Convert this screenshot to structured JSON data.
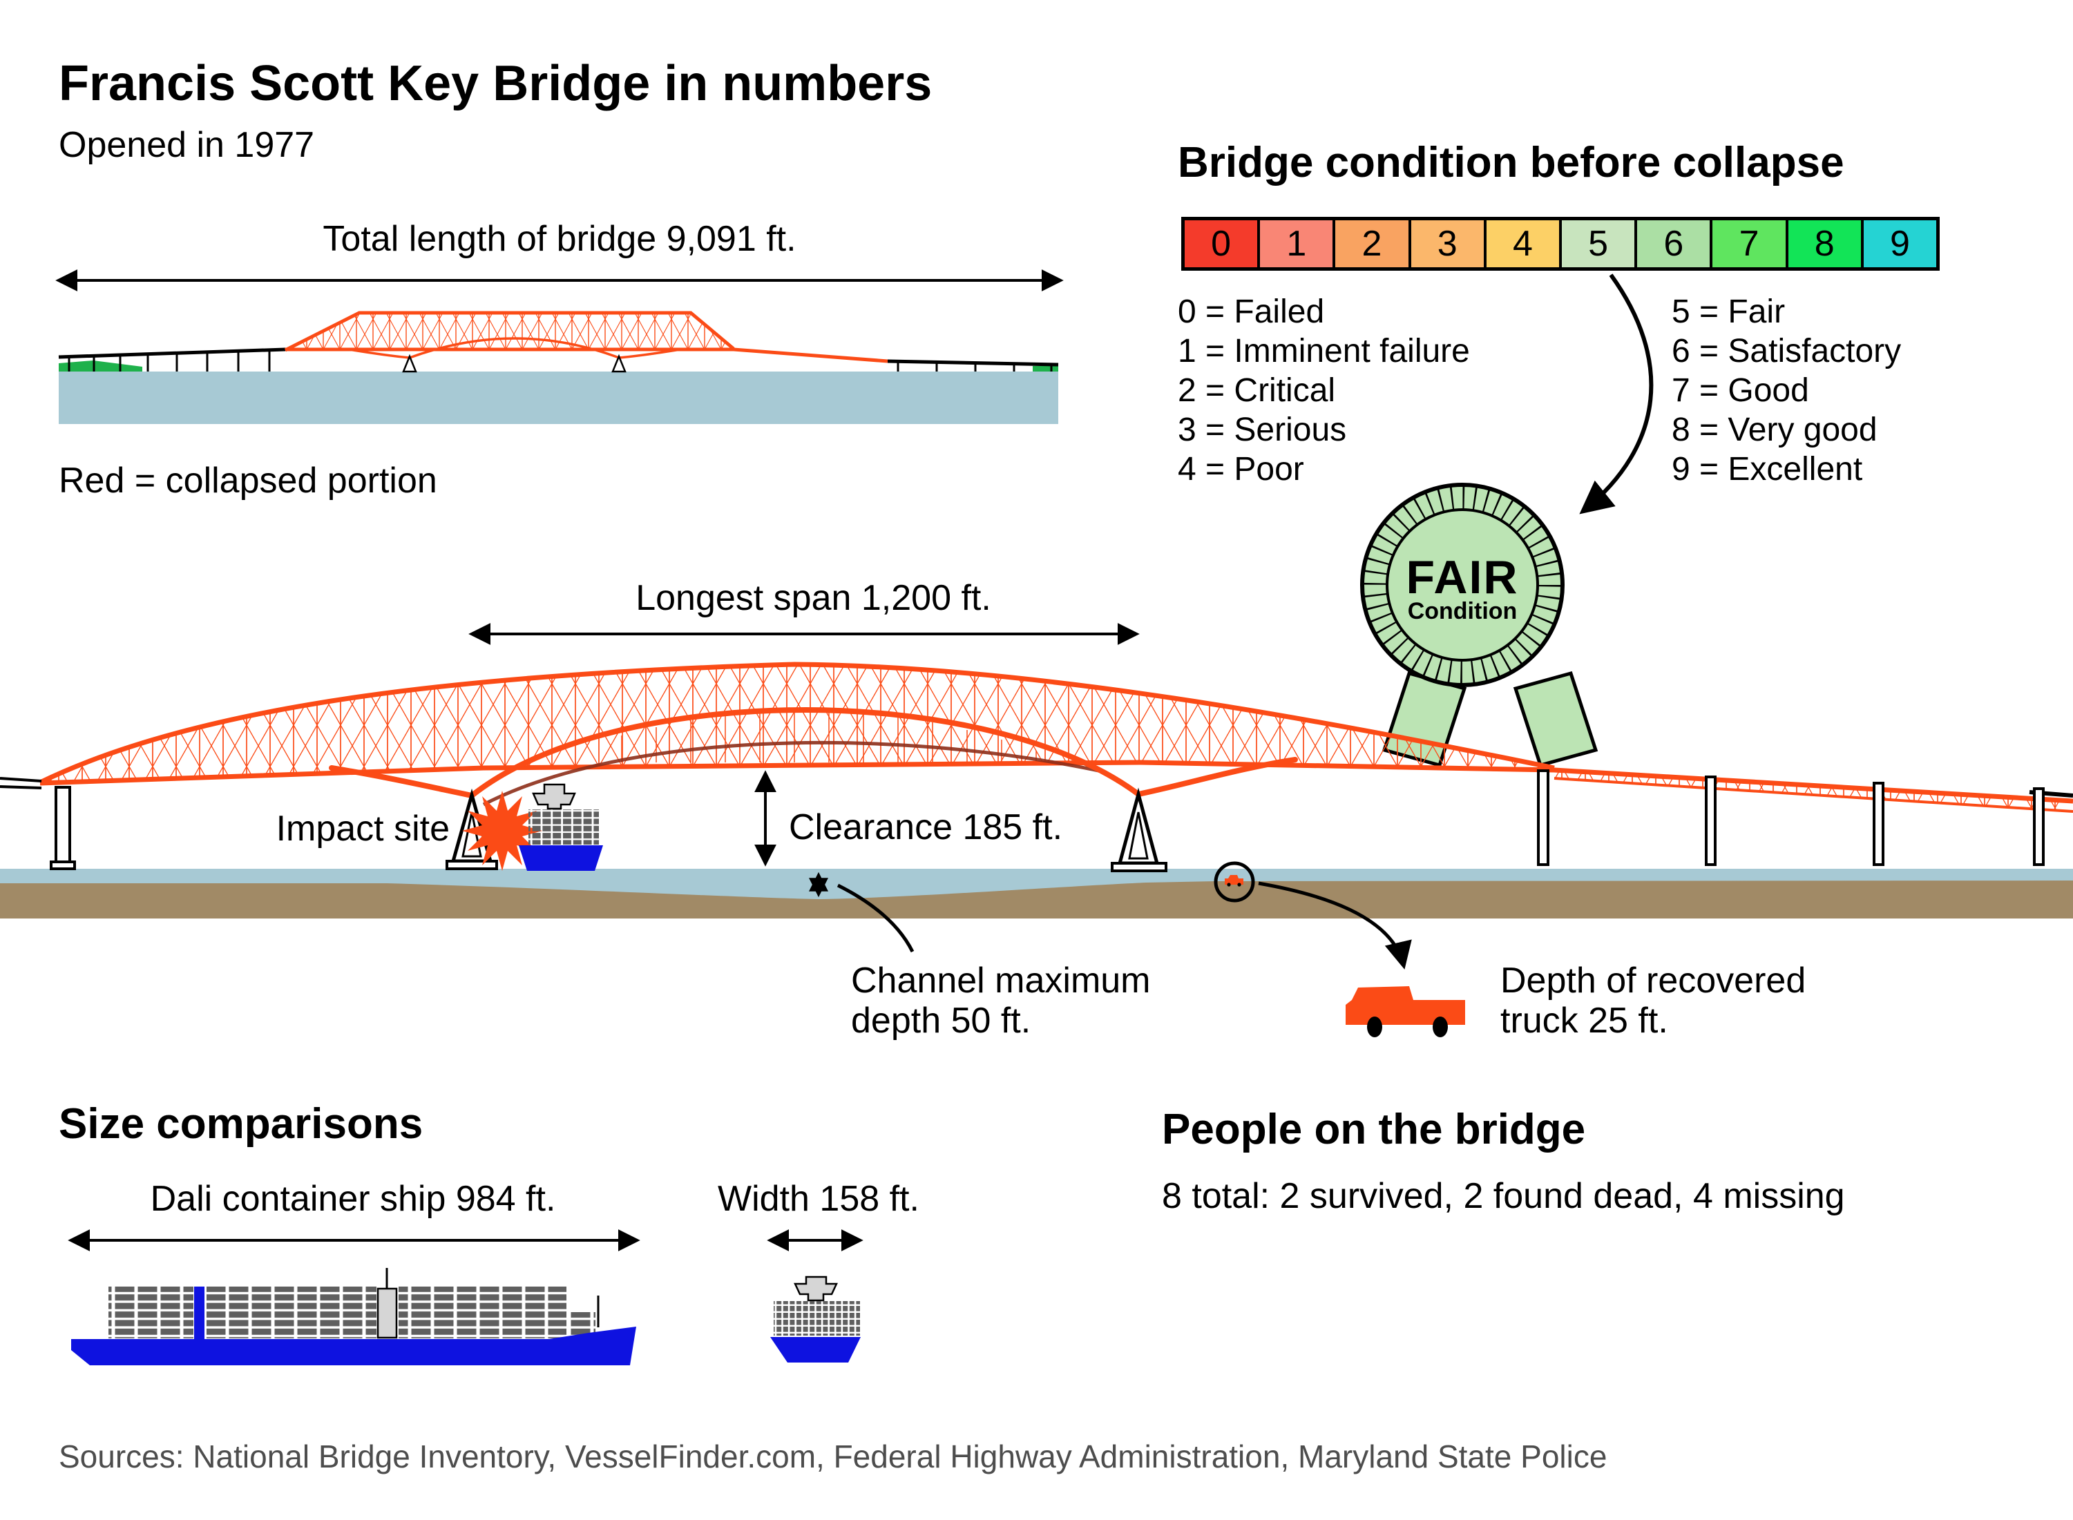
{
  "header": {
    "title": "Francis Scott Key Bridge in numbers",
    "subtitle": "Opened in 1977"
  },
  "top_diagram": {
    "length_label": "Total length of bridge 9,091 ft.",
    "red_legend": "Red = collapsed portion"
  },
  "condition_scale": {
    "heading": "Bridge condition before collapse",
    "cells": [
      {
        "label": "0",
        "color": "#f43b2b"
      },
      {
        "label": "1",
        "color": "#f98675"
      },
      {
        "label": "2",
        "color": "#f9a361"
      },
      {
        "label": "3",
        "color": "#fbb76b"
      },
      {
        "label": "4",
        "color": "#fcd066"
      },
      {
        "label": "5",
        "color": "#c8e4be"
      },
      {
        "label": "6",
        "color": "#abdfa4"
      },
      {
        "label": "7",
        "color": "#5fe55f"
      },
      {
        "label": "8",
        "color": "#12e457"
      },
      {
        "label": "9",
        "color": "#25d3d3"
      }
    ],
    "legend_left": [
      "0 = Failed",
      "1 = Imminent failure",
      "2 = Critical",
      "3 = Serious",
      "4 = Poor"
    ],
    "legend_right": [
      "5 = Fair",
      "6 = Satisfactory",
      "7 = Good",
      "8 = Very good",
      "9 = Excellent"
    ],
    "badge": {
      "title": "FAIR",
      "subtitle": "Condition"
    }
  },
  "main_diagram": {
    "span_label": "Longest span 1,200 ft.",
    "impact_label": "Impact site",
    "clearance_label": "Clearance 185 ft.",
    "channel_line1": "Channel maximum",
    "channel_line2": "depth 50 ft.",
    "truck_line1": "Depth of recovered",
    "truck_line2": "truck 25 ft."
  },
  "size_comparisons": {
    "heading": "Size comparisons",
    "ship_label": "Dali container ship 984 ft.",
    "width_label": "Width 158 ft."
  },
  "people": {
    "heading": "People on the bridge",
    "stats": "8 total: 2 survived, 2 found dead, 4 missing"
  },
  "sources": "Sources: National Bridge Inventory, VesselFinder.com, Federal Highway Administration, Maryland State Police",
  "colors": {
    "collapsed_red": "#fb4b16",
    "water_blue": "#a7c9d4",
    "riverbed_brown": "#a18a66",
    "land_green": "#1eb14b",
    "ribbon_green": "#bce4b4",
    "hull_blue": "#0e12e0",
    "container_gray": "#5f5f5f",
    "source_gray": "#4d4d4d"
  }
}
